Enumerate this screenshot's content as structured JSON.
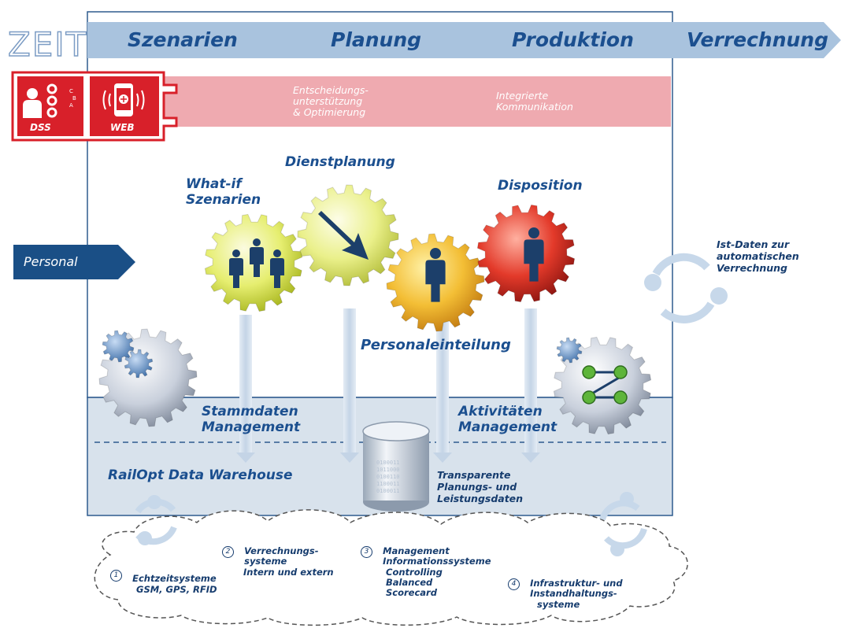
{
  "timeline": {
    "label": "ZEIT",
    "phases": [
      "Szenarien",
      "Planung",
      "Produktion",
      "Verrechnung"
    ]
  },
  "modules": {
    "dss": "DSS",
    "web": "WEB",
    "abc": [
      "C",
      "B",
      "A"
    ]
  },
  "banner": {
    "left": "Entscheidungs-\nunterstützung\n& Optimierung",
    "right": "Integrierte\nKommunikation"
  },
  "personal_label": "Personal",
  "gears": {
    "what_if": "What-if\nSzenarien",
    "dienstplanung": "Dienstplanung",
    "disposition": "Disposition",
    "personaleinteilung": "Personaleinteilung"
  },
  "ist_daten": "Ist-Daten zur\nautomatischen\nVerrechnung",
  "stammdaten": "Stammdaten\nManagement",
  "aktivitaeten": "Aktivitäten\nManagement",
  "warehouse": {
    "title": "RailOpt Data Warehouse",
    "transparent": "Transparente\nPlanungs- und\nLeistungsdaten",
    "db_bits": [
      "0100011",
      "1011000",
      "0100110",
      "1100011",
      "0100011"
    ]
  },
  "cloud": {
    "items": [
      {
        "num": "1",
        "title": "Echtzeitsysteme",
        "sub": "GSM, GPS, RFID"
      },
      {
        "num": "2",
        "title": "Verrechnungs-\nsysteme",
        "sub": "Intern und extern"
      },
      {
        "num": "3",
        "title": "Management\nInformationssysteme",
        "sub": "Controlling\nBalanced\nScorecard"
      },
      {
        "num": "4",
        "title": "Infrastruktur- und\nInstandhaltungs-",
        "sub": "systeme"
      }
    ]
  },
  "colors": {
    "timeline": "#a9c3de",
    "banner": "#efaab0",
    "lower_panel": "#d8e2ec",
    "red_box": "#d8202a",
    "title_blue": "#1b4f8f",
    "personal_arrow": "#1a4f86"
  }
}
